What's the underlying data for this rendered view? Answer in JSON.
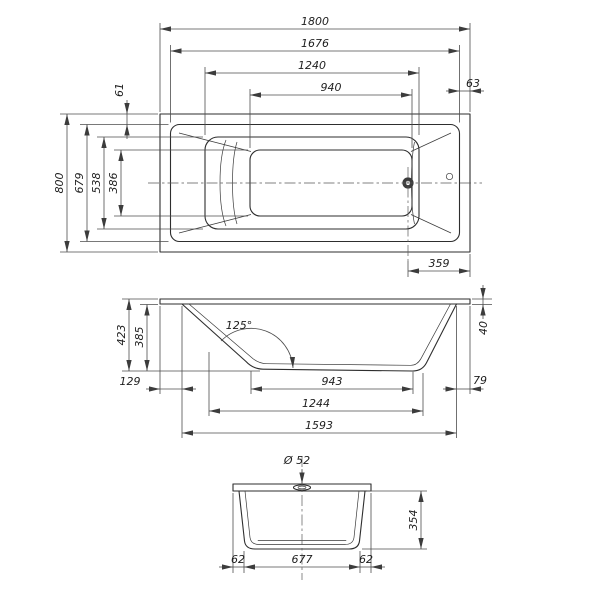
{
  "meta": {
    "background_color": "#ffffff",
    "line_color": "#2e2e2e",
    "dimension_color": "#4d4d4d",
    "drain_fill_color": "#3c3c3c"
  },
  "top_view": {
    "dims": {
      "overall_length": "1800",
      "rim_inner_length": "1676",
      "basin_top_length": "1240",
      "basin_floor_length": "940",
      "rim_edge_offset": "61",
      "rim_side_offset": "63",
      "overall_width": "800",
      "rim_inner_width": "679",
      "basin_top_width": "538",
      "basin_floor_width": "386",
      "drain_from_right": "359"
    }
  },
  "side_view": {
    "dims": {
      "overall_height": "423",
      "inner_depth": "385",
      "backrest_angle": "125°",
      "rim_thickness": "40",
      "left_overhang": "129",
      "floor_flat_length": "943",
      "right_overhang": "79",
      "basin_mid_length": "1244",
      "shell_length": "1593"
    }
  },
  "front_view": {
    "dims": {
      "drain_diameter": "Ø 52",
      "body_height": "354",
      "left_floor_offset": "62",
      "floor_flat_width": "677",
      "right_floor_offset": "62"
    }
  }
}
